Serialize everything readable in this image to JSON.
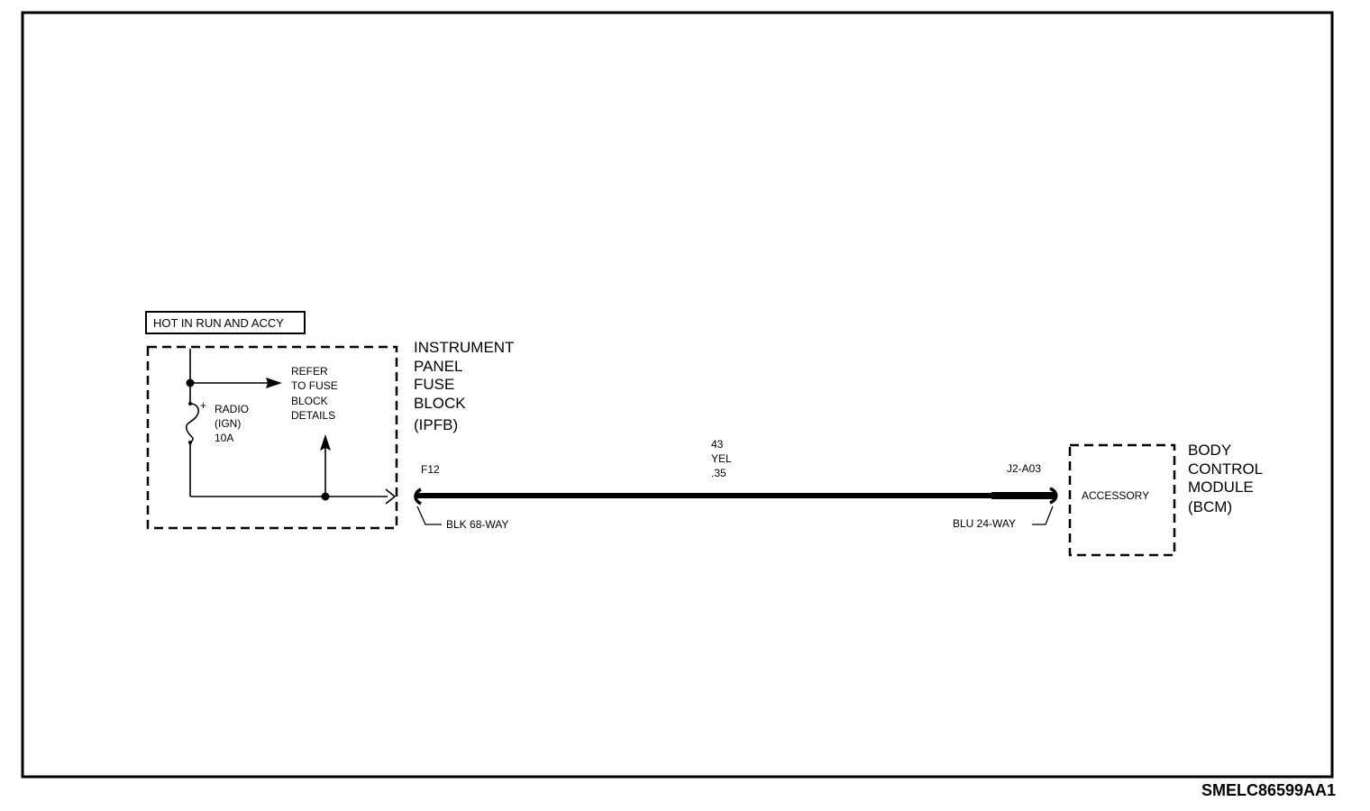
{
  "power_label": "HOT IN RUN AND ACCY",
  "ipfb": {
    "fuse_polarity": "+",
    "fuse_name": "RADIO",
    "fuse_type": "(IGN)",
    "fuse_rating": "10A",
    "refer_line1": "REFER",
    "refer_line2": "TO FUSE",
    "refer_line3": "BLOCK",
    "refer_line4": "DETAILS",
    "name_line1": "INSTRUMENT",
    "name_line2": "PANEL",
    "name_line3": "FUSE",
    "name_line4": "BLOCK",
    "name_line5": "(IPFB)",
    "terminal": "F12",
    "connector": "BLK 68-WAY"
  },
  "wire": {
    "circuit": "43",
    "color": "YEL",
    "gauge": ".35"
  },
  "bcm": {
    "terminal": "J2-A03",
    "connector": "BLU 24-WAY",
    "input": "ACCESSORY",
    "name_line1": "BODY",
    "name_line2": "CONTROL",
    "name_line3": "MODULE",
    "name_line4": "(BCM)"
  },
  "drawing_id": "SMELC86599AA1"
}
